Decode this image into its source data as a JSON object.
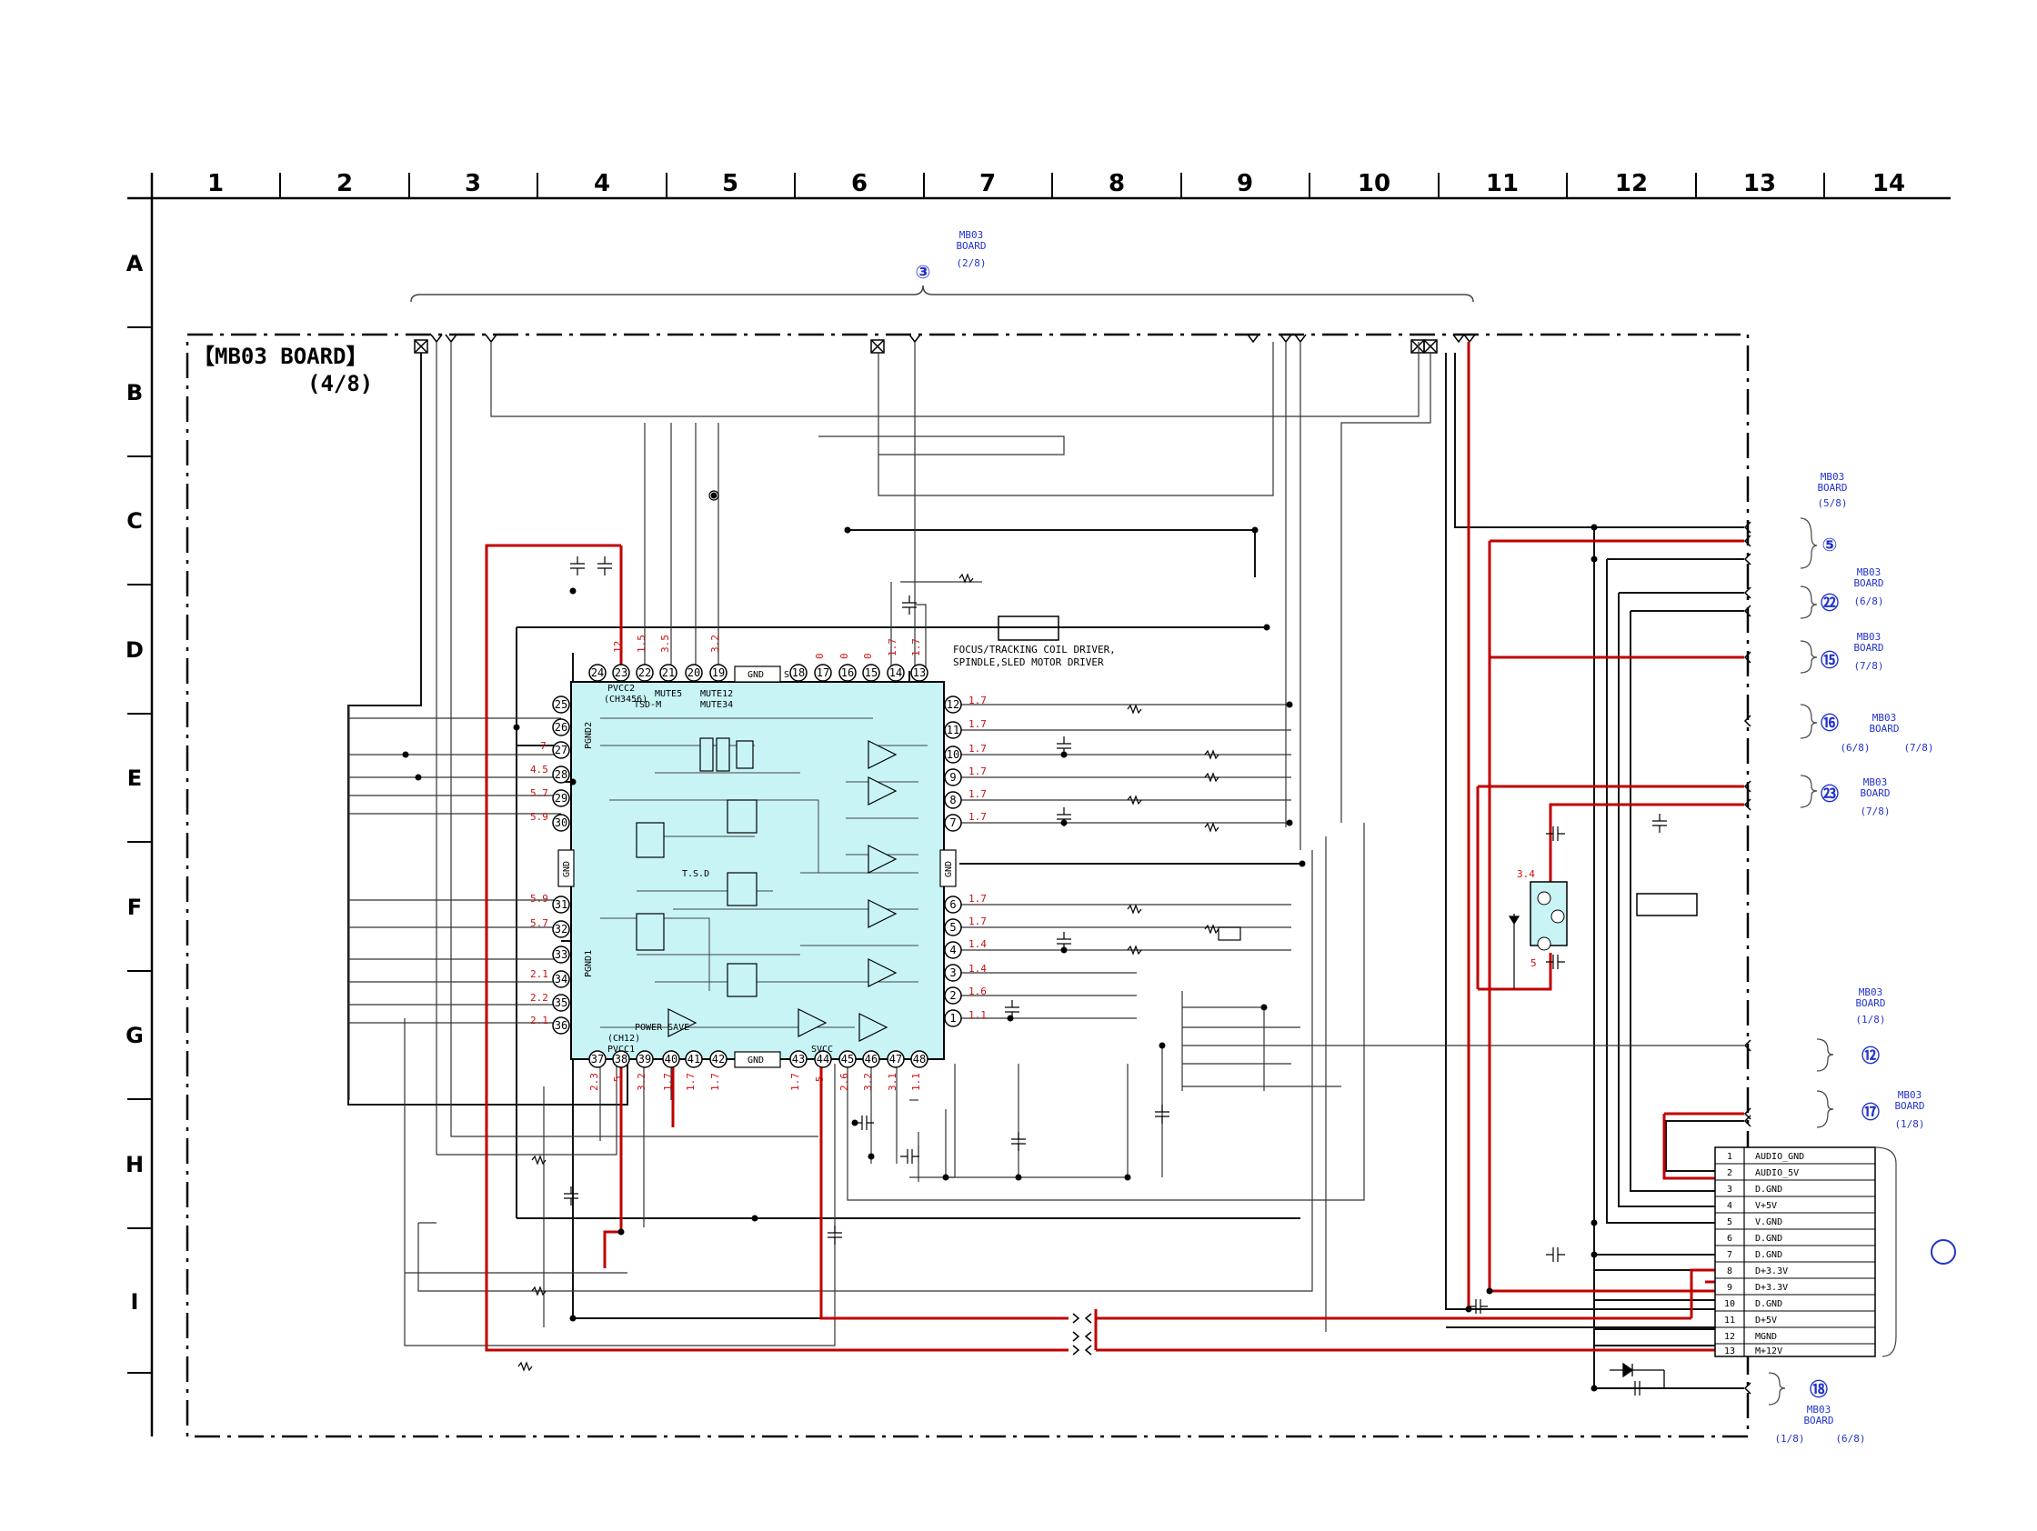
{
  "board_title": "【MB03 BOARD】",
  "board_subtitle": "(4/8)",
  "grid": {
    "columns": [
      "1",
      "2",
      "3",
      "4",
      "5",
      "6",
      "7",
      "8",
      "9",
      "10",
      "11",
      "12",
      "13",
      "14"
    ],
    "rows": [
      "A",
      "B",
      "C",
      "D",
      "E",
      "F",
      "G",
      "H",
      "I"
    ]
  },
  "ic": {
    "description_line1": "FOCUS/TRACKING COIL DRIVER,",
    "description_line2": "SPINDLE,SLED MOTOR DRIVER",
    "labels": {
      "pvcc2": "PVCC2",
      "ch3456": "(CH3456)",
      "mute5": "MUTE5",
      "tsd_m": "TSD-M",
      "mute12": "MUTE12",
      "mute34": "MUTE34",
      "gnd_top": "GND",
      "gnd_bottom": "GND",
      "gnd_left": "GND",
      "gnd_right": "GND",
      "sgnd": "SGND",
      "pgnd2": "PGND2",
      "pgnd1": "PGND1",
      "tsd": "T.S.D",
      "power_save": "POWER SAVE",
      "ch12": "(CH12)",
      "pvcc1": "PVCC1",
      "svcc": "SVCC"
    },
    "top_pins": [
      "24",
      "23",
      "22",
      "21",
      "20",
      "19",
      "18",
      "17",
      "16",
      "15",
      "14",
      "13"
    ],
    "right_pins": [
      "12",
      "11",
      "10",
      "9",
      "8",
      "7",
      "6",
      "5",
      "4",
      "3",
      "2",
      "1"
    ],
    "left_pins": [
      "25",
      "26",
      "27",
      "28",
      "29",
      "30",
      "31",
      "32",
      "33",
      "34",
      "35",
      "36"
    ],
    "bottom_pins": [
      "37",
      "38",
      "39",
      "40",
      "41",
      "42",
      "43",
      "44",
      "45",
      "46",
      "47",
      "48"
    ],
    "voltages_top": [
      "12",
      "1.5",
      "3.5",
      "3.2",
      "0",
      "0",
      "0",
      "1.7",
      "1.7"
    ],
    "voltages_right": [
      "1.7",
      "1.7",
      "1.7",
      "1.7",
      "1.7",
      "1.7",
      "1.7",
      "1.7",
      "1.4",
      "1.4",
      "1.6",
      "1.1"
    ],
    "voltages_left": [
      "7",
      "4.5",
      "5.7",
      "5.9",
      "5.9",
      "5.7",
      "2.1",
      "2.2",
      "2.1"
    ],
    "voltages_bottom": [
      "2.3",
      "5",
      "3.2",
      "1.7",
      "1.7",
      "1.7",
      "1.7",
      "5",
      "2.6",
      "3.2",
      "3.1",
      "1.1"
    ]
  },
  "regulator_voltages": [
    "3.4",
    "5"
  ],
  "connector": {
    "pins": [
      {
        "num": "1",
        "name": "AUDIO_GND"
      },
      {
        "num": "2",
        "name": "AUDIO_5V"
      },
      {
        "num": "3",
        "name": "D.GND"
      },
      {
        "num": "4",
        "name": "V+5V"
      },
      {
        "num": "5",
        "name": "V.GND"
      },
      {
        "num": "6",
        "name": "D.GND"
      },
      {
        "num": "7",
        "name": "D.GND"
      },
      {
        "num": "8",
        "name": "D+3.3V"
      },
      {
        "num": "9",
        "name": "D+3.3V"
      },
      {
        "num": "10",
        "name": "D.GND"
      },
      {
        "num": "11",
        "name": "D+5V"
      },
      {
        "num": "12",
        "name": "MGND"
      },
      {
        "num": "13",
        "name": "M+12V"
      }
    ]
  },
  "refs": [
    {
      "num": "③",
      "board": "MB03",
      "board2": "BOARD",
      "page": "(2/8)"
    },
    {
      "num": "⑤",
      "board": "MB03",
      "board2": "BOARD",
      "page": "(5/8)"
    },
    {
      "num": "㉒",
      "board": "MB03",
      "board2": "BOARD",
      "page": "(6/8)"
    },
    {
      "num": "⑮",
      "board": "MB03",
      "board2": "BOARD",
      "page": "(7/8)"
    },
    {
      "num": "⑯",
      "board": "MB03",
      "board2": "BOARD",
      "page": "(6/8)",
      "page2": "(7/8)"
    },
    {
      "num": "㉓",
      "board": "MB03",
      "board2": "BOARD",
      "page": "(7/8)"
    },
    {
      "num": "⑫",
      "board": "MB03",
      "board2": "BOARD",
      "page": "(1/8)"
    },
    {
      "num": "⑰",
      "board": "MB03",
      "board2": "BOARD",
      "page": "(1/8)"
    },
    {
      "num": "⑱",
      "board": "MB03",
      "board2": "BOARD",
      "page": "(1/8)",
      "page2": "(6/8)"
    }
  ],
  "colors": {
    "ic_fill": "#c8f4f6",
    "power_wire": "#c00000",
    "reference": "#2233cc",
    "voltage": "#cc1111"
  }
}
